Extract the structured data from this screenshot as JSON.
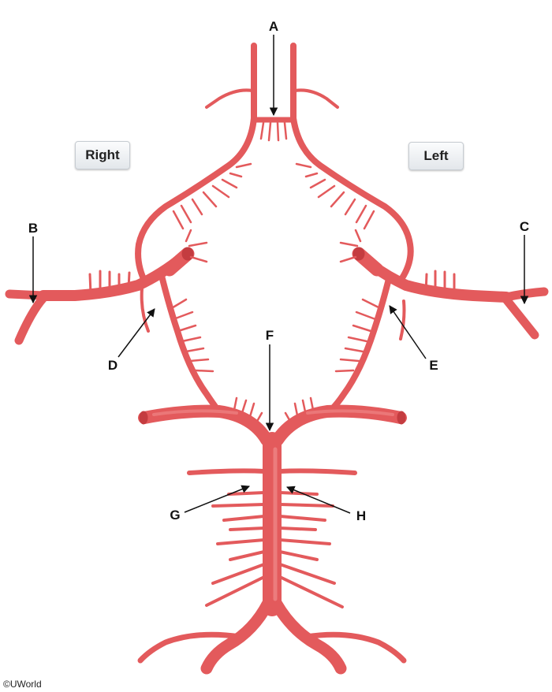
{
  "sides": {
    "right": "Right",
    "left": "Left"
  },
  "labels": {
    "A": "A",
    "B": "B",
    "C": "C",
    "D": "D",
    "E": "E",
    "F": "F",
    "G": "G",
    "H": "H"
  },
  "credit": "©UWorld",
  "colors": {
    "vessel": "#e35a5c",
    "vessel_dark": "#c43c40",
    "vessel_light": "#f08a8b",
    "arrow": "#111111"
  }
}
